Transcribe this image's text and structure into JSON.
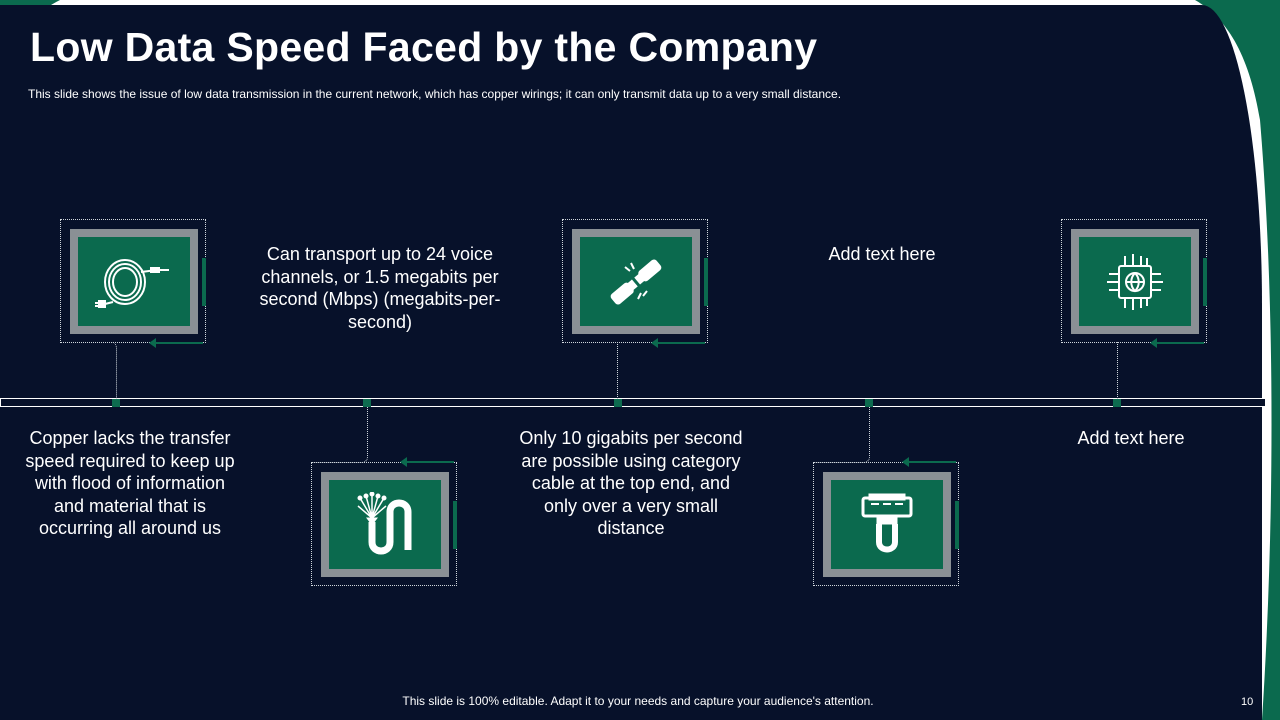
{
  "title": "Low Data Speed Faced by the Company",
  "subtitle": "This slide shows the issue of low data transmission in the current network, which has copper wirings; it can only transmit data up to a very  small distance.",
  "items": [
    {
      "icon": "cable-plug-icon",
      "text": "Copper lacks the transfer speed required to keep up with flood of information and material that is occurring all around us"
    },
    {
      "icon": "fiber-optic-cable-icon",
      "text": "Can transport up to 24 voice channels, or 1.5 megabits per second (Mbps) (megabits-per-second)"
    },
    {
      "icon": "broken-connector-icon",
      "text": "Only 10 gigabits per second are possible using category cable at the top end, and only over a very small distance"
    },
    {
      "icon": "usb-cable-icon",
      "text": "Add text here"
    },
    {
      "icon": "globe-chip-icon",
      "text": "Add text here"
    }
  ],
  "footer": "This slide is 100% editable. Adapt it to your needs and capture your audience's attention.",
  "page_number": "10",
  "colors": {
    "background": "#07112a",
    "accent": "#0b6a4e",
    "frame": "#8a9095",
    "text": "#ffffff"
  }
}
